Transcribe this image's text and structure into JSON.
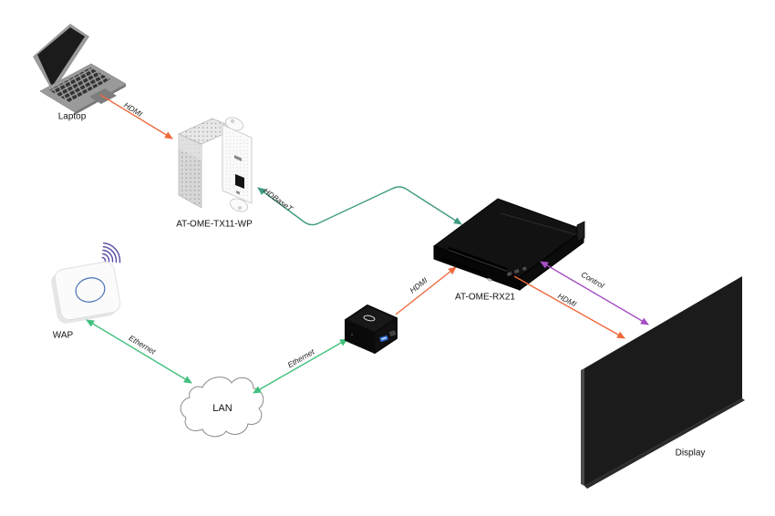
{
  "diagram": {
    "background": "#ffffff",
    "devices": {
      "laptop": {
        "label": "Laptop"
      },
      "transmitter": {
        "label": "AT-OME-TX11-WP"
      },
      "wap": {
        "label": "WAP"
      },
      "lan": {
        "label": "LAN"
      },
      "receiver": {
        "label": "AT-OME-RX21"
      },
      "display": {
        "label": "Display"
      }
    },
    "connections": [
      {
        "label": "HDMI",
        "from": "Laptop",
        "to": "AT-OME-TX11-WP",
        "bidirectional": false,
        "color_key": "hdmi"
      },
      {
        "label": "HDBaseT",
        "from": "AT-OME-TX11-WP",
        "to": "AT-OME-RX21",
        "bidirectional": true,
        "color_key": "hdbaset"
      },
      {
        "label": "Ethernet",
        "from": "WAP",
        "to": "LAN",
        "bidirectional": true,
        "color_key": "ethernet"
      },
      {
        "label": "Ethernet",
        "from": "LAN",
        "to": "accessory-device",
        "bidirectional": true,
        "color_key": "ethernet"
      },
      {
        "label": "HDMI",
        "from": "accessory-device",
        "to": "AT-OME-RX21",
        "bidirectional": false,
        "color_key": "hdmi"
      },
      {
        "label": "Control",
        "from": "AT-OME-RX21",
        "to": "Display",
        "bidirectional": true,
        "color_key": "control"
      },
      {
        "label": "HDMI",
        "from": "AT-OME-RX21",
        "to": "Display",
        "bidirectional": false,
        "color_key": "hdmi"
      }
    ],
    "colors": {
      "hdmi": "#EE6A3C",
      "hdbaset": "#3F9B82",
      "ethernet": "#41C07D",
      "control": "#A44FC4",
      "wifi": "#5B51A8"
    },
    "icons": {
      "wifi": "wifi-signal-arcs"
    }
  }
}
